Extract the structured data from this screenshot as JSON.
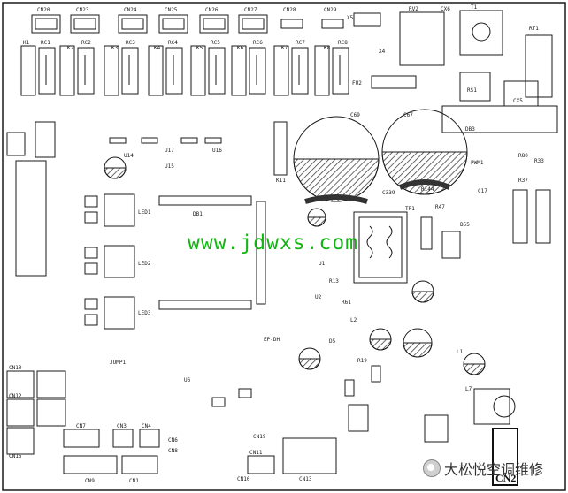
{
  "watermark": "www.jdwxs.com",
  "brand_text": "大松悦空调维修",
  "highlight_label": "CN2",
  "relay_connectors": [
    "CN20",
    "CN23",
    "CN24",
    "CN25",
    "CN26",
    "CN27"
  ],
  "top_labels": [
    "CN28",
    "CN29",
    "X5",
    "RV2",
    "CX6",
    "T1"
  ],
  "relays": [
    "K1",
    "K2",
    "K3",
    "K4",
    "K5",
    "K6",
    "K7",
    "K8"
  ],
  "relay_rcs": [
    "RC1",
    "RC2",
    "RC3",
    "RC4",
    "RC5",
    "RC6",
    "RC7",
    "RC8"
  ],
  "caps": [
    "C69",
    "C67"
  ],
  "right_labels": [
    "RT1",
    "RS1",
    "CX5",
    "DB3",
    "X4",
    "FU2",
    "PWM1",
    "R80",
    "R33",
    "R37",
    "C17",
    "R144",
    "C339",
    "TP1",
    "R47",
    "B55",
    "K11"
  ],
  "left_labels": [
    "U14",
    "U15",
    "U17",
    "U16",
    "CN10",
    "CN12",
    "CN15",
    "LED1",
    "LED2",
    "LED3",
    "JUMP1",
    "EP-DH",
    "U6",
    "DB1"
  ],
  "bottom_labels": [
    "CN7",
    "CN3",
    "CN4",
    "CN6",
    "CN8",
    "CN9",
    "CN1",
    "CN10",
    "CN13",
    "CN19",
    "CN11",
    "L7",
    "L1",
    "L2",
    "U1",
    "U2",
    "R13",
    "R19",
    "R61",
    "D5"
  ],
  "colors": {
    "watermark": "#12b512",
    "line": "#1a1a1a",
    "hatch": "#444444"
  }
}
